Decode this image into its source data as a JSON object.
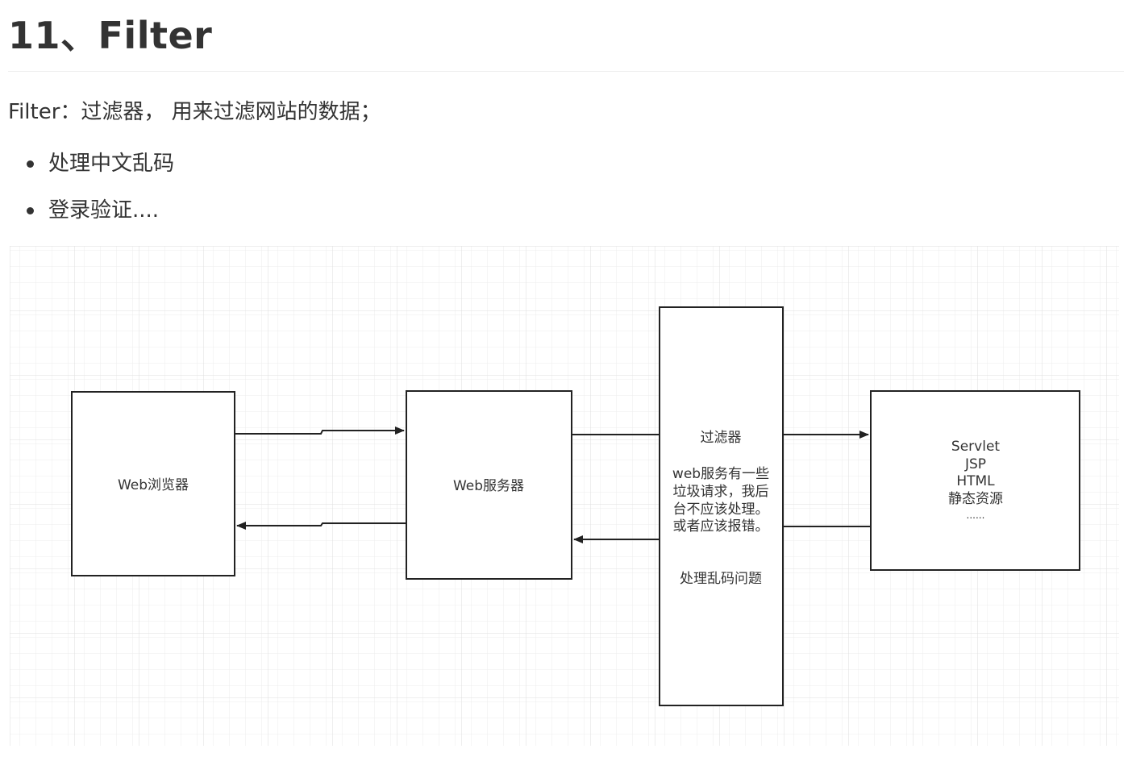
{
  "heading": "11、Filter",
  "intro": "Filter：过滤器， 用来过滤网站的数据；",
  "bullets": [
    "处理中文乱码",
    "登录验证...."
  ],
  "diagram": {
    "browser_label": "Web浏览器",
    "server_label": "Web服务器",
    "filter_title": "过滤器",
    "filter_desc": [
      "web服务有一些",
      "垃圾请求，我后",
      "台不应该处理。",
      "或者应该报错。"
    ],
    "filter_footer": "处理乱码问题",
    "resource_lines": [
      "Servlet",
      "JSP",
      "HTML",
      "静态资源",
      "......"
    ]
  }
}
